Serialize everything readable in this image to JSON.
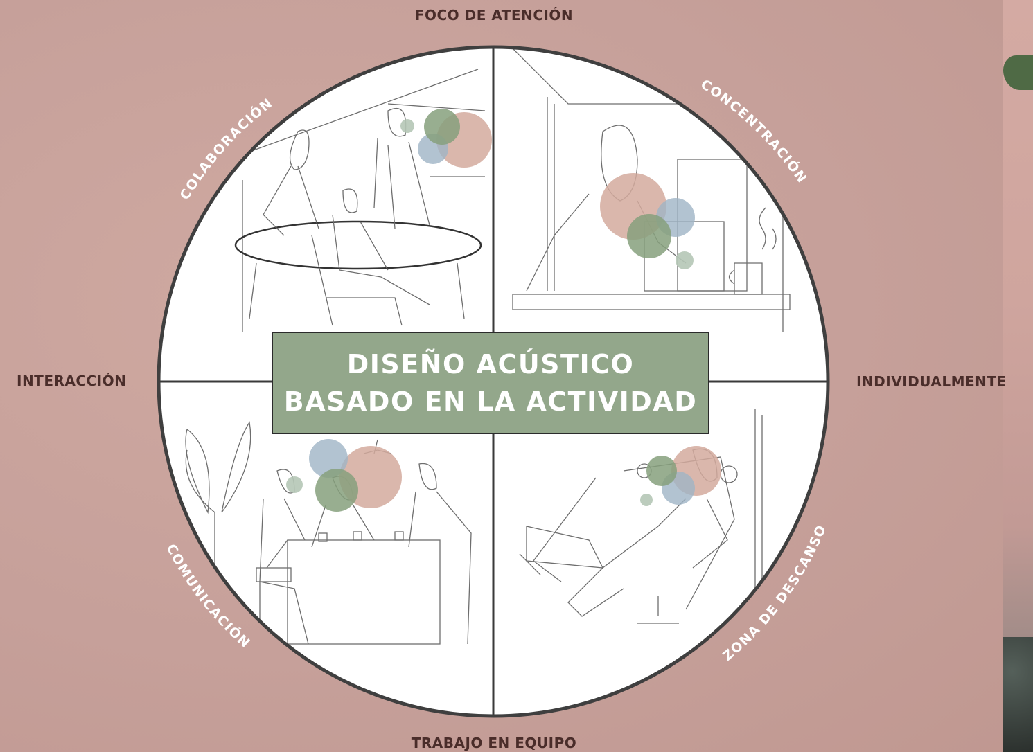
{
  "axes": {
    "top": "FOCO DE ATENCIÓN",
    "bottom": "TRABAJO EN EQUIPO",
    "left": "INTERACCIÓN",
    "right": "INDIVIDUALMENTE"
  },
  "title": {
    "line1": "DISEÑO ACÚSTICO",
    "line2": "BASADO EN LA ACTIVIDAD"
  },
  "quadrants": {
    "top_left": "COLABORACIÓN",
    "top_right": "CONCENTRACIÓN",
    "bottom_left": "COMUNICACIÓN",
    "bottom_right": "ZONA DE DESCANSO"
  },
  "colors": {
    "background": "#c9a39b",
    "axis_text": "#4a2d2a",
    "title_box": "#93a78b",
    "bubble_pink": "#d4aa9e",
    "bubble_green": "#86a07c",
    "bubble_blue": "#9fb4c6"
  }
}
